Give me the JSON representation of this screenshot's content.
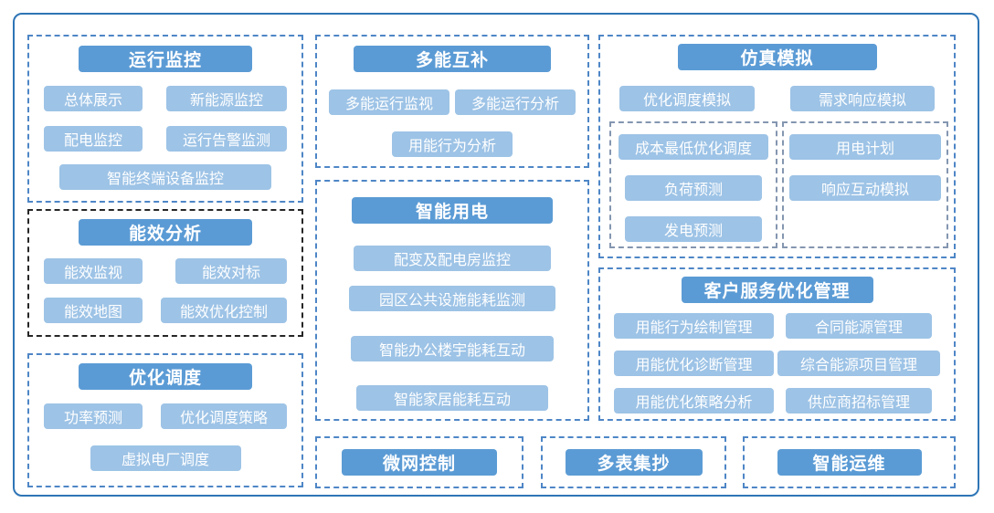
{
  "colors": {
    "header_button": "#5B9BD5",
    "sub_button": "#9DC3E6",
    "outer_border": "#2E75B6",
    "dashed_blue": "#4E86C6",
    "dashed_dark": "#262626",
    "dashed_slate": "#8496B0",
    "button_text": "#FFFFFF"
  },
  "sections": {
    "operation_monitoring": {
      "title": "运行监控",
      "items": [
        "总体展示",
        "新能源监控",
        "配电监控",
        "运行告警监测",
        "智能终端设备监控"
      ]
    },
    "energy_efficiency": {
      "title": "能效分析",
      "items": [
        "能效监视",
        "能效对标",
        "能效地图",
        "能效优化控制"
      ]
    },
    "optimal_dispatch": {
      "title": "优化调度",
      "items": [
        "功率预测",
        "优化调度策略",
        "虚拟电厂调度"
      ]
    },
    "multi_energy": {
      "title": "多能互补",
      "items": [
        "多能运行监视",
        "多能运行分析",
        "用能行为分析"
      ]
    },
    "smart_power": {
      "title": "智能用电",
      "items": [
        "配变及配电房监控",
        "园区公共设施能耗监测",
        "智能办公楼宇能耗互动",
        "智能家居能耗互动"
      ]
    },
    "simulation": {
      "title": "仿真模拟",
      "items": [
        "优化调度模拟",
        "需求响应模拟"
      ],
      "subgroup_left": [
        "成本最低优化调度",
        "负荷预测",
        "发电预测"
      ],
      "subgroup_right": [
        "用电计划",
        "响应互动模拟"
      ]
    },
    "customer_service": {
      "title": "客户服务优化管理",
      "items_left": [
        "用能行为绘制管理",
        "用能优化诊断管理",
        "用能优化策略分析"
      ],
      "items_right": [
        "合同能源管理",
        "综合能源项目管理",
        "供应商招标管理"
      ]
    },
    "microgrid": {
      "title": "微网控制"
    },
    "meter_reading": {
      "title": "多表集抄"
    },
    "smart_om": {
      "title": "智能运维"
    }
  }
}
